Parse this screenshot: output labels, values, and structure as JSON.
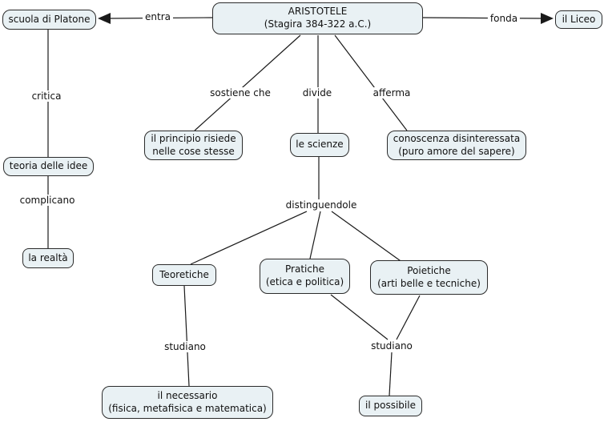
{
  "diagram": {
    "type": "concept-map",
    "nodes": {
      "aristotele": {
        "line1": "ARISTOTELE",
        "line2": "(Stagira 384-322 a.C.)"
      },
      "scuola_platone": {
        "line1": "scuola di Platone"
      },
      "liceo": {
        "line1": "il Liceo"
      },
      "principio": {
        "line1": "il principio risiede",
        "line2": "nelle cose stesse"
      },
      "scienze": {
        "line1": "le scienze"
      },
      "conoscenza": {
        "line1": "conoscenza disinteressata",
        "line2": "(puro amore del sapere)"
      },
      "teoria_idee": {
        "line1": "teoria delle idee"
      },
      "realta": {
        "line1": "la realtà"
      },
      "teoretiche": {
        "line1": "Teoretiche"
      },
      "pratiche": {
        "line1": "Pratiche",
        "line2": "(etica e politica)"
      },
      "poietiche": {
        "line1": "Poietiche",
        "line2": "(arti belle e tecniche)"
      },
      "necessario": {
        "line1": "il necessario",
        "line2": "(fisica, metafisica e matematica)"
      },
      "possibile": {
        "line1": "il possibile"
      }
    },
    "edge_labels": {
      "entra": "entra",
      "fonda": "fonda",
      "critica": "critica",
      "sostiene_che": "sostiene che",
      "divide": "divide",
      "afferma": "afferma",
      "complicano": "complicano",
      "distinguendole": "distinguendole",
      "studiano_sx": "studiano",
      "studiano_dx": "studiano"
    },
    "colors": {
      "node_fill": "#e9f1f4",
      "node_border": "#2b2b2b",
      "line": "#1a1a1a",
      "background": "#ffffff"
    }
  }
}
